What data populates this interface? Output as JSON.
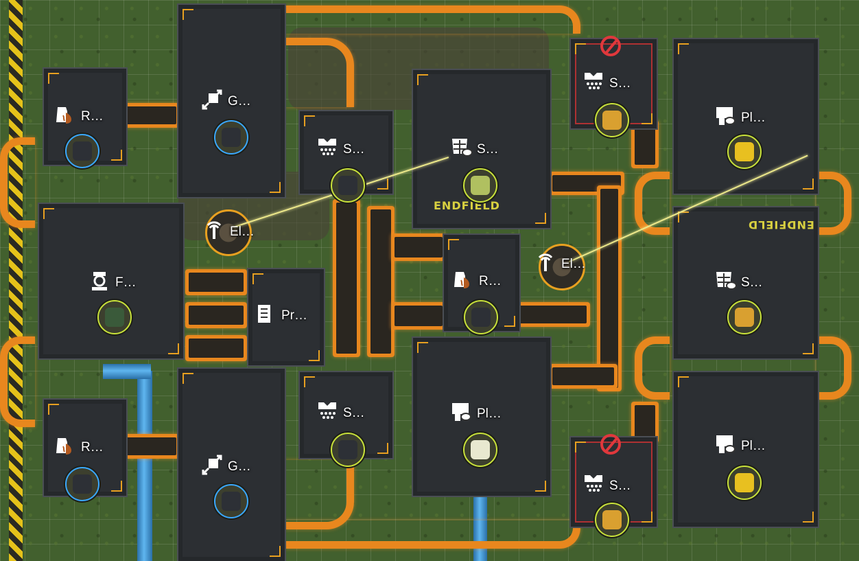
{
  "map": {
    "title": "",
    "facilities": [
      {
        "id": "r1",
        "label": "R…",
        "icon": "refining-unit-icon",
        "item": "dark-ore-item",
        "item_color": "#2d3036",
        "ring": "blue"
      },
      {
        "id": "g1",
        "label": "G…",
        "icon": "grinding-unit-icon",
        "item": "dark-ore-item",
        "item_color": "#2d3036",
        "ring": "blue"
      },
      {
        "id": "s1",
        "label": "S…",
        "icon": "shredding-unit-icon",
        "item": "dark-ore-item",
        "item_color": "#2d3036",
        "ring": "green"
      },
      {
        "id": "sp1",
        "label": "S…",
        "icon": "seed-picking-unit-icon",
        "item": "seed-item",
        "item_color": "#b0c060",
        "ring": "green"
      },
      {
        "id": "s2",
        "label": "S…",
        "icon": "shredding-unit-icon",
        "item": "amber-ore-item",
        "item_color": "#d9a030",
        "ring": "green"
      },
      {
        "id": "pl1",
        "label": "Pl…",
        "icon": "planting-unit-icon",
        "item": "sunflower-item",
        "item_color": "#e8c020",
        "ring": "green"
      },
      {
        "id": "f1",
        "label": "F…",
        "icon": "filling-unit-icon",
        "item": "green-crystal-item",
        "item_color": "#3a5a3a",
        "ring": "green"
      },
      {
        "id": "el1",
        "label": "El…",
        "icon": "electric-pylon-icon"
      },
      {
        "id": "pr1",
        "label": "Pr…",
        "icon": "protocol-stash-icon"
      },
      {
        "id": "r2",
        "label": "R…",
        "icon": "refining-unit-icon",
        "item": "dark-ore-item",
        "item_color": "#2d3036",
        "ring": "green"
      },
      {
        "id": "el2",
        "label": "El…",
        "icon": "electric-pylon-icon"
      },
      {
        "id": "sp2",
        "label": "S…",
        "icon": "seed-picking-unit-icon",
        "item": "amber-seed-item",
        "item_color": "#d9a030",
        "ring": "green"
      },
      {
        "id": "r3",
        "label": "R…",
        "icon": "refining-unit-icon",
        "item": "dark-ore-item",
        "item_color": "#2d3036",
        "ring": "blue"
      },
      {
        "id": "g2",
        "label": "G…",
        "icon": "grinding-unit-icon",
        "item": "dark-ore-item",
        "item_color": "#2d3036",
        "ring": "blue"
      },
      {
        "id": "s3",
        "label": "S…",
        "icon": "shredding-unit-icon",
        "item": "dark-ore-item",
        "item_color": "#2d3036",
        "ring": "green"
      },
      {
        "id": "pl2",
        "label": "Pl…",
        "icon": "planting-unit-icon",
        "item": "white-flower-item",
        "item_color": "#e8e8d0",
        "ring": "green"
      },
      {
        "id": "s4",
        "label": "S…",
        "icon": "shredding-unit-icon",
        "item": "amber-ore-item",
        "item_color": "#d9a030",
        "ring": "green"
      },
      {
        "id": "pl3",
        "label": "Pl…",
        "icon": "planting-unit-icon",
        "item": "sunflower-item",
        "item_color": "#e8c020",
        "ring": "green"
      }
    ],
    "branding": "ENDFIELD",
    "warning_icons": [
      "blocked-icon",
      "blocked-icon"
    ]
  }
}
